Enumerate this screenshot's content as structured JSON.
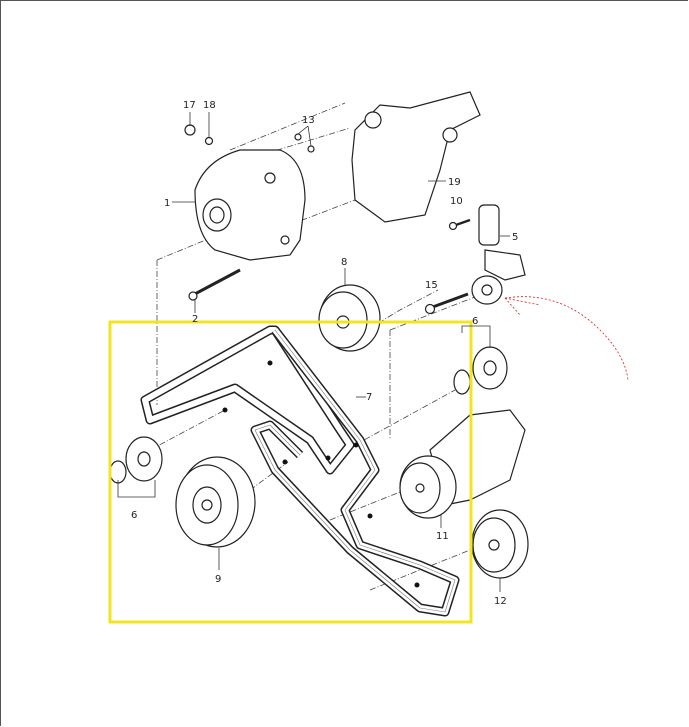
{
  "diagram": {
    "title": "Poly-V belt drive assembly",
    "part_labels": {
      "p17": "17",
      "p18": "18",
      "p13": "13",
      "p1": "1",
      "p19": "19",
      "p10": "10",
      "p5": "5",
      "p8": "8",
      "p15": "15",
      "p2": "2",
      "p6a": "6",
      "p7": "7",
      "p6b": "6",
      "p11": "11",
      "p9": "9",
      "p12": "12"
    },
    "highlight_color": "#f2e422",
    "annotation_color": "#d22020"
  }
}
